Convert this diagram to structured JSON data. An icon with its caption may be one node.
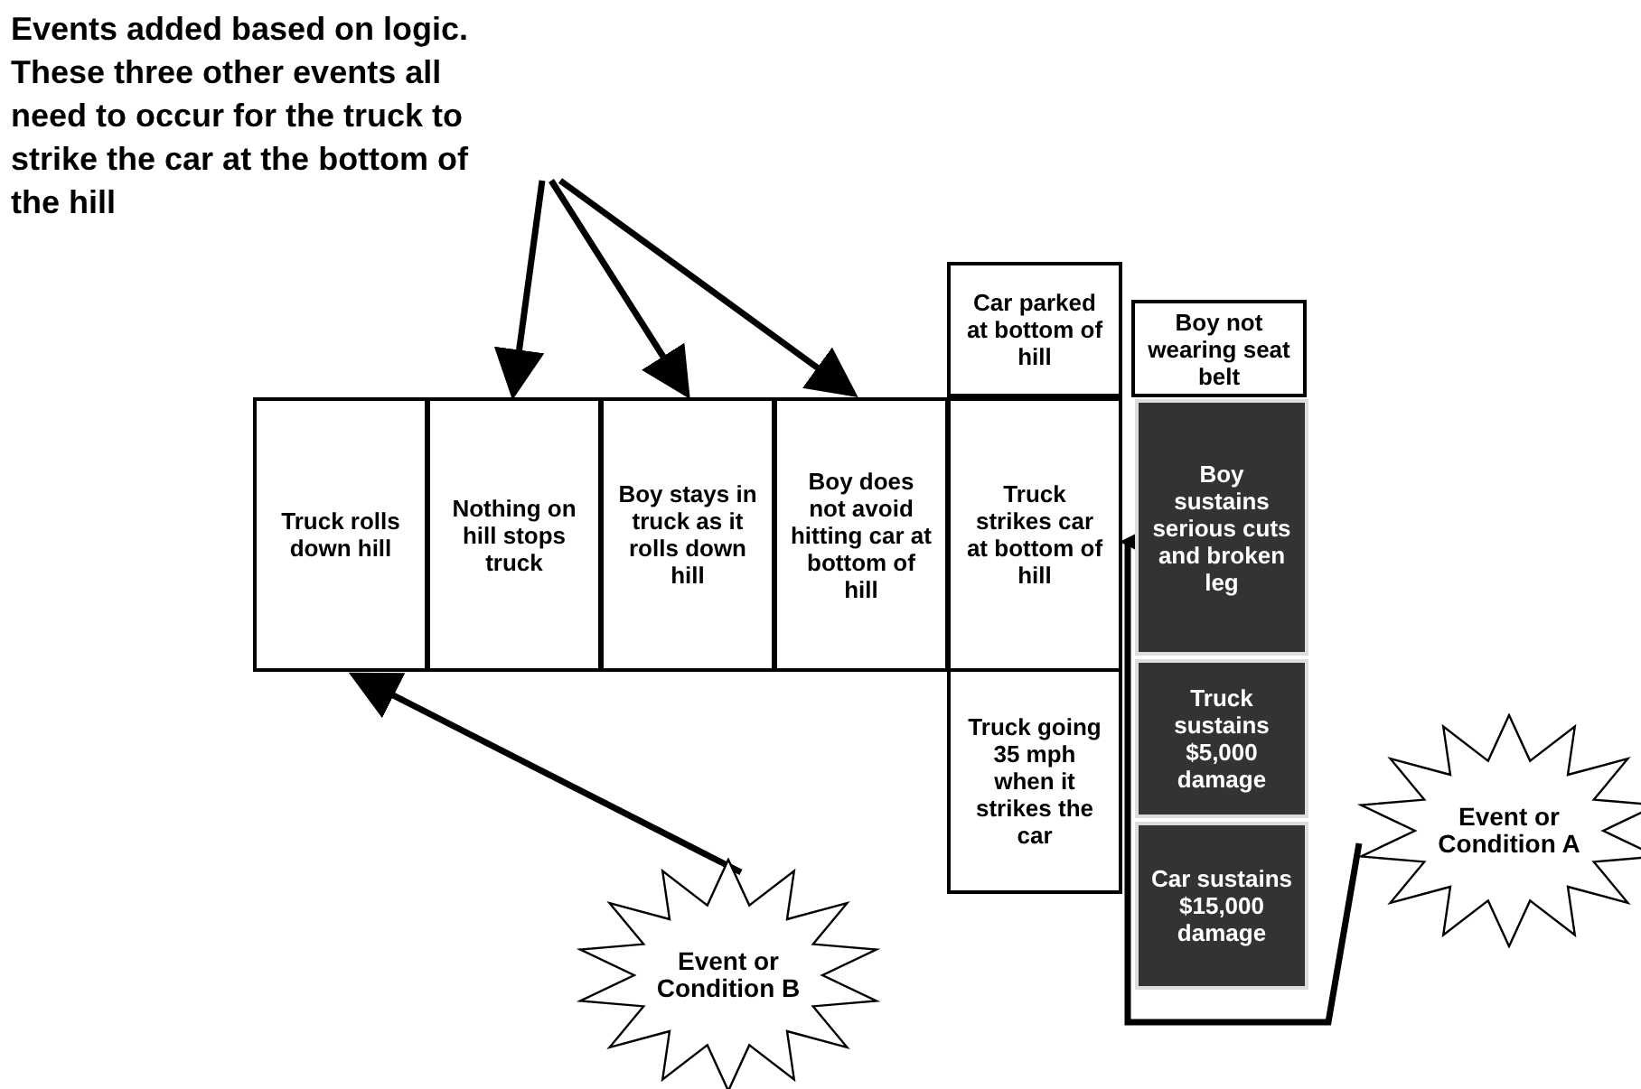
{
  "diagram": {
    "nodes": [
      {
        "text": [
          "Events added based on logic. These three other events all need to occur for the truck to strike the car at the bottom of the hill"
        ]
      },
      {
        "text": [
          "Truck rolls down hill"
        ]
      },
      {
        "text": [
          "Nothing on hill stops truck"
        ]
      },
      {
        "text": [
          "Boy stays in truck as it rolls down hill"
        ]
      },
      {
        "text": [
          "Boy does not avoid hitting car at bottom of hill"
        ]
      },
      {
        "text": [
          "Car parked at bottom of hill"
        ]
      },
      {
        "text": [
          "Boy not wearing seat belt"
        ]
      },
      {
        "text": [
          "Truck strikes car at bottom of hill"
        ]
      },
      {
        "text": [
          "Boy sustains serious cuts and broken leg"
        ]
      },
      {
        "text": [
          "Truck going 35 mph when it strikes the car"
        ]
      },
      {
        "text": [
          "Truck sustains $5,000 damage"
        ]
      },
      {
        "text": [
          "Car sustains $15,000 damage"
        ]
      },
      {
        "text": [
          "Event or Condition A"
        ]
      },
      {
        "text": [
          "Event or Condition B"
        ]
      }
    ],
    "edges": [
      {
        "from": 0,
        "to": 2,
        "arrow": "to"
      },
      {
        "from": 0,
        "to": 3,
        "arrow": "to"
      },
      {
        "from": 0,
        "to": 4,
        "arrow": "to"
      },
      {
        "from": 12,
        "to": 7,
        "arrow": "to"
      },
      {
        "from": 13,
        "to": 1,
        "arrow": "to"
      }
    ]
  }
}
